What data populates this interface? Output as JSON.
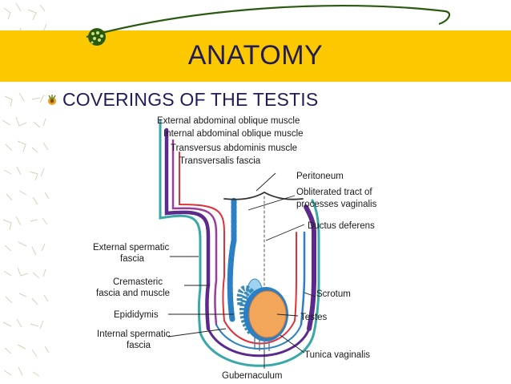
{
  "slide": {
    "title": "ANATOMY",
    "bullet": "COVERINGS OF THE TESTIS"
  },
  "labels": {
    "external_oblique": "External abdominal oblique muscle",
    "internal_oblique": "Internal abdominal oblique muscle",
    "transversus": "Transversus abdominis muscle",
    "transversalis": "Transversalis fascia",
    "peritoneum": "Peritoneum",
    "obliterated_1": "Obliterated tract of",
    "obliterated_2": "processes vaginalis",
    "ductus_deferens": "Ductus deferens",
    "ext_spermatic_1": "External spermatic",
    "ext_spermatic_2": "fascia",
    "cremasteric_1": "Cremasteric",
    "cremasteric_2": "fascia and muscle",
    "epididymis": "Epididymis",
    "int_spermatic_1": "Internal spermatic",
    "int_spermatic_2": "fascia",
    "scrotum": "Scrotum",
    "testes": "Testes",
    "tunica_vaginalis": "Tunica vaginalis",
    "gubernaculum": "Gubernaculum"
  },
  "colors": {
    "title_band": "#fcc800",
    "title_text": "#201c5a",
    "teal": "#3aa8a8",
    "blue": "#2b7fc4",
    "purple": "#5b2a8c",
    "red": "#e0303a",
    "testis": "#f2a65a",
    "epididymis": "#9fd2ee"
  }
}
